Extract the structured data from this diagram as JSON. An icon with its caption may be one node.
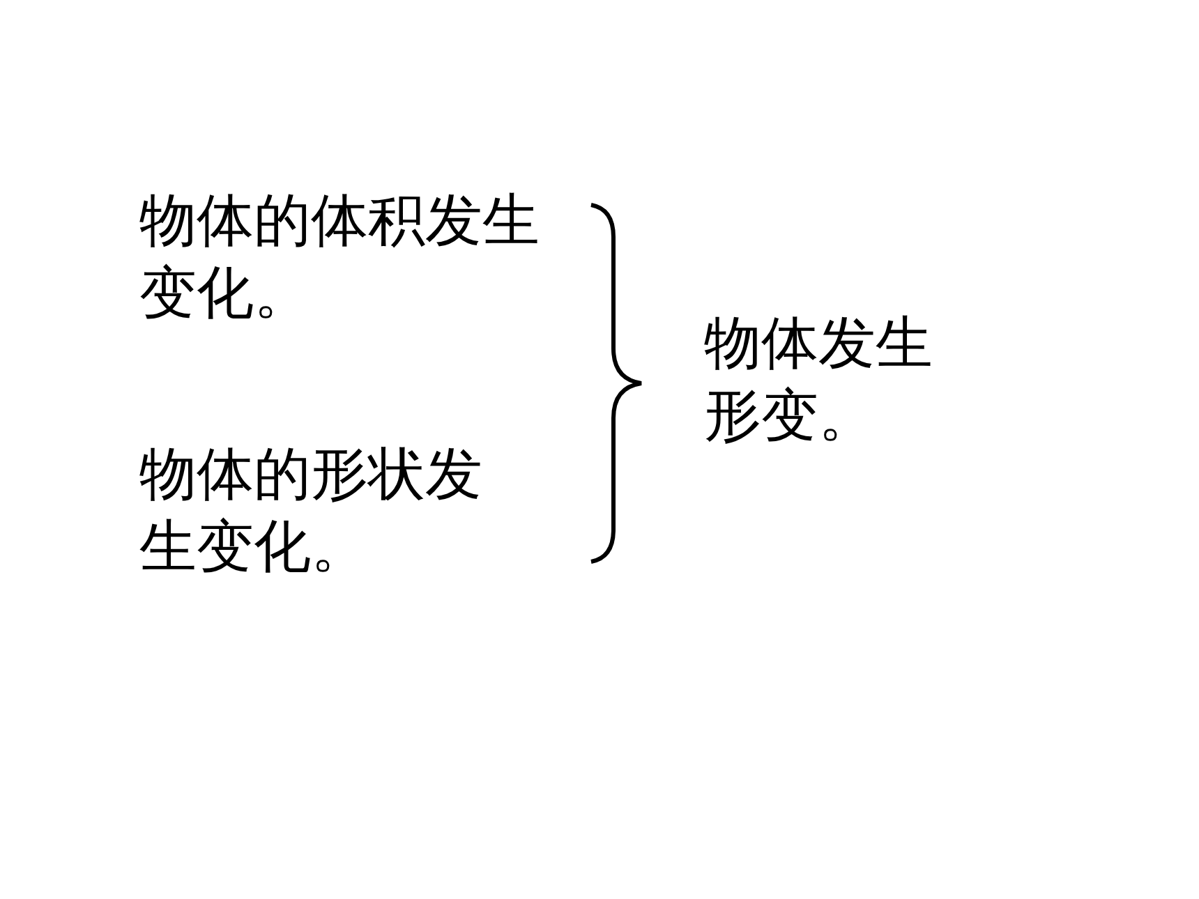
{
  "diagram": {
    "labels": [
      "物体的体积发生变化。",
      "物体的形状发生变化。",
      "物体发生形变。"
    ]
  }
}
